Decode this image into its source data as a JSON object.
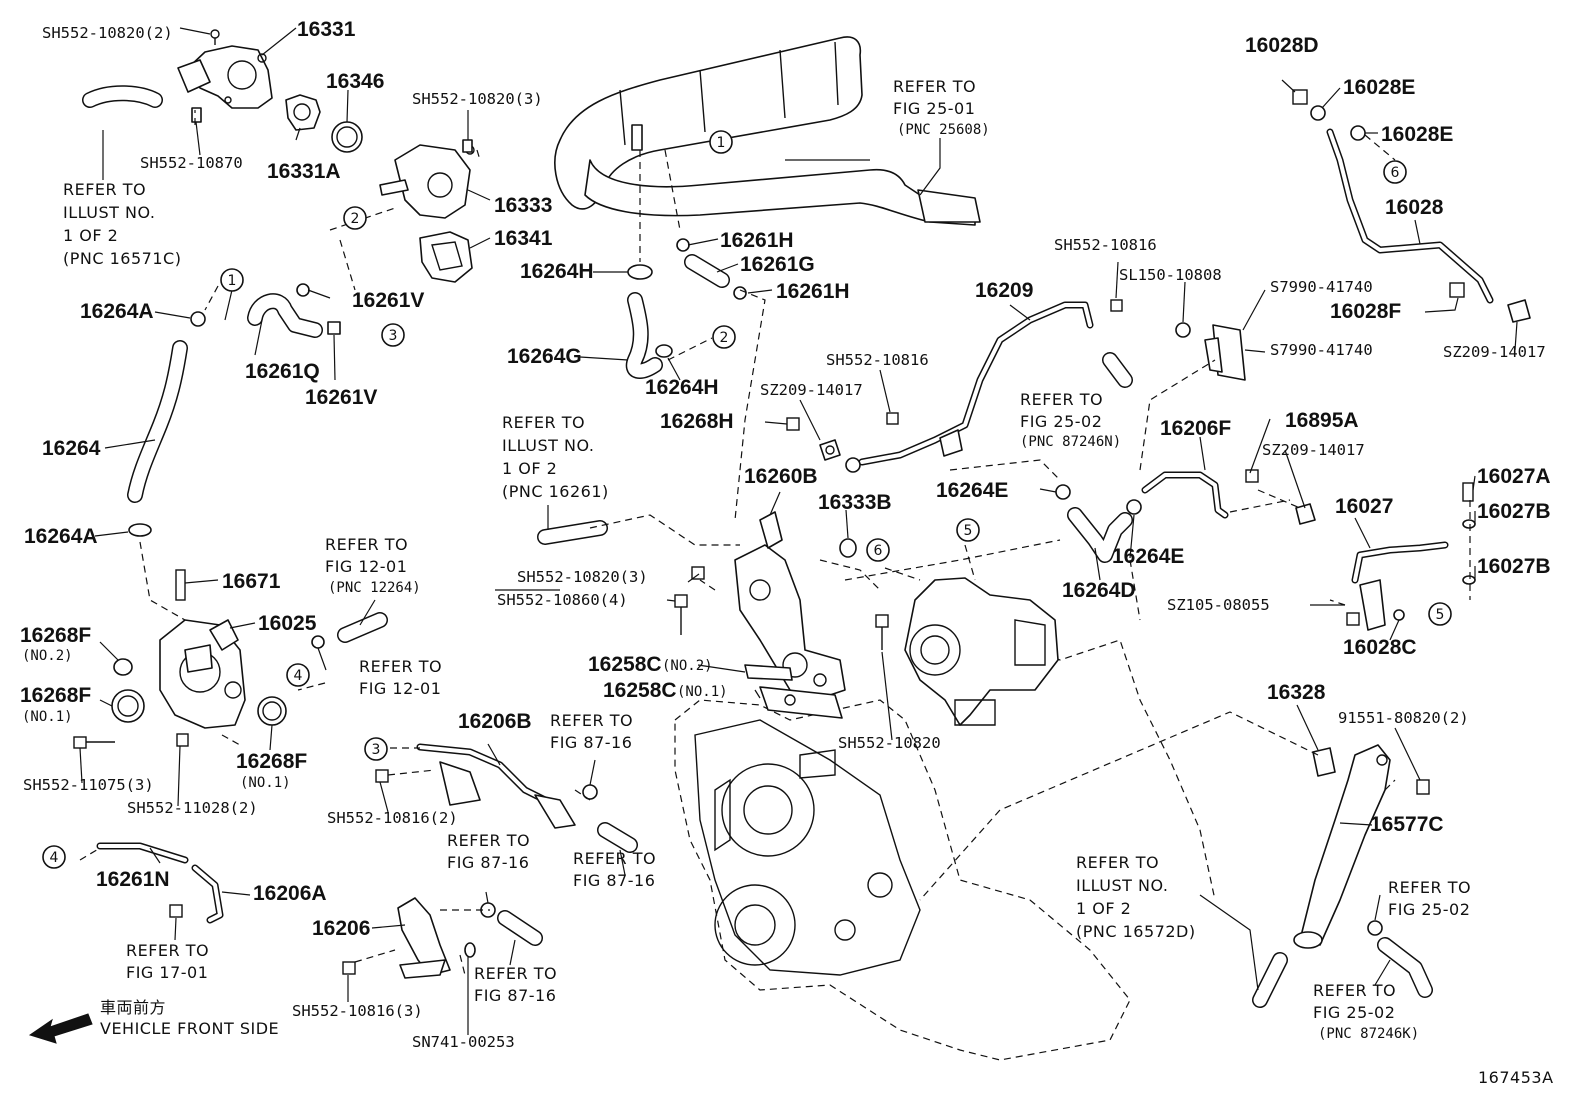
{
  "diagram_id": "167453A",
  "labels": {
    "p16331": "16331",
    "p16346": "16346",
    "p16331a": "16331A",
    "sh10820_2": "SH552-10820(2)",
    "sh10870": "SH552-10870",
    "sh10820_3": "SH552-10820(3)",
    "p16333": "16333",
    "p16341": "16341",
    "p16261v_a": "16261V",
    "p16261v_b": "16261V",
    "p16264a_top": "16264A",
    "p16261q": "16261Q",
    "p16264": "16264",
    "p16264a_bot": "16264A",
    "p16671": "16671",
    "p16025": "16025",
    "p16268f_no2": "16268F",
    "p16268f_no1": "16268F",
    "p16268f_r": "16268F",
    "sh11075": "SH552-11075(3)",
    "sh11028": "SH552-11028(2)",
    "p16261n": "16261N",
    "p16206a": "16206A",
    "p16206": "16206",
    "sh10816_3": "SH552-10816(3)",
    "sn741": "SN741-00253",
    "p16206b": "16206B",
    "sh10816_2": "SH552-10816(2)",
    "p16261h_a": "16261H",
    "p16261g": "16261G",
    "p16261h_b": "16261H",
    "p16264h_a": "16264H",
    "p16264g": "16264G",
    "p16264h_b": "16264H",
    "p16268h": "16268H",
    "sz14017_a": "SZ209-14017",
    "sh10816_a": "SH552-10816",
    "p16209": "16209",
    "sh10816_b": "SH552-10816",
    "sl10808": "SL150-10808",
    "s7990_a": "S7990-41740",
    "s7990_b": "S7990-41740",
    "p16260b": "16260B",
    "p16333b": "16333B",
    "sh10820_3b": "SH552-10820(3)",
    "sh10860": "SH552-10860(4)",
    "p16258c_2": "16258C",
    "p16258c_1": "16258C",
    "sh10820_c": "SH552-10820",
    "p16264e_a": "16264E",
    "p16264d": "16264D",
    "p16264e_b": "16264E",
    "p16206f": "16206F",
    "p16895a": "16895A",
    "sz14017_b": "SZ209-14017",
    "p16028d": "16028D",
    "p16028e_a": "16028E",
    "p16028e_b": "16028E",
    "p16028": "16028",
    "p16028f": "16028F",
    "sz14017_c": "SZ209-14017",
    "p16027a": "16027A",
    "p16027b_a": "16027B",
    "p16027": "16027",
    "p16027b_b": "16027B",
    "sz08055": "SZ105-08055",
    "p16028c": "16028C",
    "p16328": "16328",
    "n91551": "91551-80820(2)",
    "p16577c": "16577C"
  },
  "qualifiers": {
    "no1": "(NO.1)",
    "no2": "(NO.2)"
  },
  "refs": {
    "r_ill_16571c": [
      "REFER TO",
      "ILLUST NO.",
      "1 OF  2",
      "(PNC 16571C)"
    ],
    "r_fig25_01": [
      "REFER TO",
      "FIG 25-01",
      "(PNC 25608)"
    ],
    "r_fig25_02_87246n": [
      "REFER TO",
      "FIG 25-02",
      "(PNC 87246N)"
    ],
    "r_ill_16261": [
      "REFER TO",
      "ILLUST NO.",
      "1 OF  2",
      "(PNC 16261)"
    ],
    "r_fig12_01_a": [
      "REFER TO",
      "FIG 12-01",
      "(PNC 12264)"
    ],
    "r_fig12_01_b": [
      "REFER TO",
      "FIG 12-01"
    ],
    "r_fig87_16_a": [
      "REFER TO",
      "FIG 87-16"
    ],
    "r_fig87_16_b": [
      "REFER TO",
      "FIG 87-16"
    ],
    "r_fig87_16_c": [
      "REFER TO",
      "FIG 87-16"
    ],
    "r_fig87_16_d": [
      "REFER TO",
      "FIG 87-16"
    ],
    "r_fig17_01": [
      "REFER TO",
      "FIG 17-01"
    ],
    "r_ill_16572d": [
      "REFER TO",
      "ILLUST NO.",
      "1 OF  2",
      "(PNC 16572D)"
    ],
    "r_fig25_02_a": [
      "REFER TO",
      "FIG 25-02"
    ],
    "r_fig25_02_87246k": [
      "REFER TO",
      "FIG 25-02",
      "(PNC 87246K)"
    ]
  },
  "circles": [
    "1",
    "2",
    "3",
    "4",
    "5",
    "6"
  ],
  "front": {
    "jp": "車両前方",
    "en": "VEHICLE FRONT SIDE"
  }
}
